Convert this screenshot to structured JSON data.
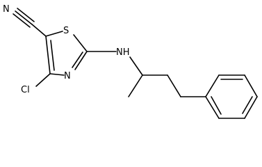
{
  "molecule": {
    "atom_labels": {
      "nitrile_n": "N",
      "sulfur": "S",
      "ring_n": "N",
      "chlorine": "Cl",
      "amine": "NH"
    },
    "colors": {
      "bond": "#000000",
      "label": "#000000",
      "background": "#ffffff"
    }
  }
}
